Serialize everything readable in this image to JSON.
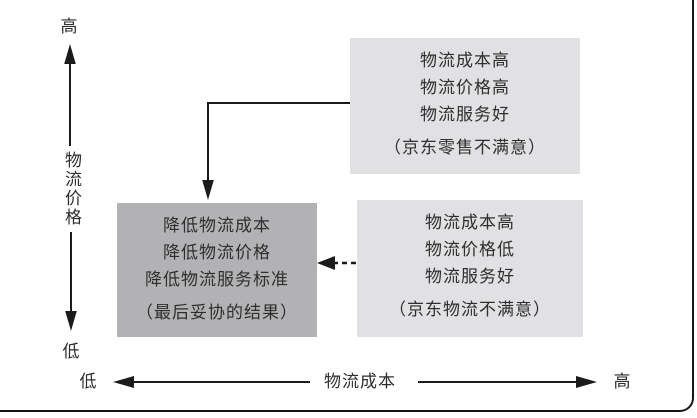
{
  "colors": {
    "box_light": "#e1e1e3",
    "box_dark": "#b2b2b4",
    "line": "#1b1b1b",
    "text": "#2e2e2e"
  },
  "y_axis": {
    "top_label": "高",
    "title": "物流价格",
    "bottom_label": "低"
  },
  "x_axis": {
    "left_label": "低",
    "title": "物流成本",
    "right_label": "高"
  },
  "boxes": {
    "top_right": {
      "lines": [
        "物流成本高",
        "物流价格高",
        "物流服务好"
      ],
      "note": "（京东零售不满意）"
    },
    "compromise": {
      "lines": [
        "降低物流成本",
        "降低物流价格",
        "降低物流服务标准"
      ],
      "note": "（最后妥协的结果）"
    },
    "bottom_right": {
      "lines": [
        "物流成本高",
        "物流价格低",
        "物流服务好"
      ],
      "note": "（京东物流不满意）"
    }
  }
}
